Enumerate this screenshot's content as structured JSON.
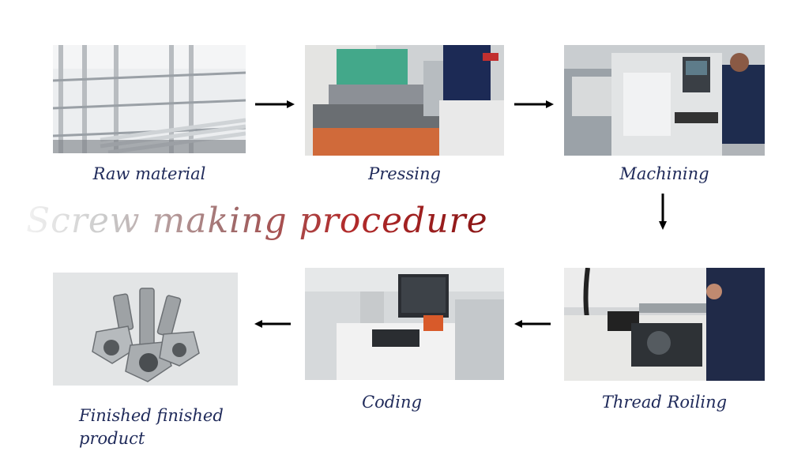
{
  "title": "Screw making procedure",
  "steps": [
    {
      "label": "Raw material",
      "image": "raw-material-rack-photo"
    },
    {
      "label": "Pressing",
      "image": "press-machine-photo"
    },
    {
      "label": "Machining",
      "image": "cnc-lathe-photo"
    },
    {
      "label": "Thread Roiling",
      "image": "thread-rolling-machine-photo"
    },
    {
      "label": "Coding",
      "image": "laser-coding-machine-photo"
    },
    {
      "label": "Finished finished",
      "label_line2": "product",
      "image": "finished-screws-photo"
    }
  ],
  "colors": {
    "caption": "#1f2a5a",
    "title_start": "#f2f2f2",
    "title_end": "#8a1515",
    "arrow": "#000000"
  }
}
